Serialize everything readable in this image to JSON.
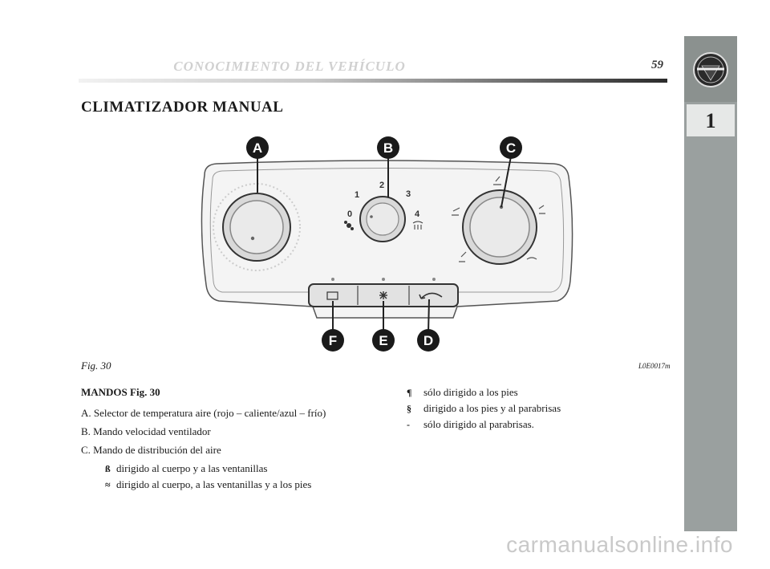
{
  "header": {
    "title": "CONOCIMIENTO DEL VEHÍCULO",
    "page_number": "59"
  },
  "side_tab": {
    "chapter": "1",
    "logo_text": "LANCIA"
  },
  "section": {
    "heading": "CLIMATIZADOR MANUAL"
  },
  "figure": {
    "caption": "Fig. 30",
    "code": "L0E0017m",
    "callouts": {
      "A": "A",
      "B": "B",
      "C": "C",
      "D": "D",
      "E": "E",
      "F": "F"
    },
    "fan_speeds": [
      "0",
      "1",
      "2",
      "3",
      "4"
    ]
  },
  "controls": {
    "title": "MANDOS Fig. 30",
    "items": [
      "A. Selector de temperatura aire (rojo – caliente/azul – frío)",
      "B. Mando velocidad ventilador",
      "C. Mando de distribución del aire"
    ],
    "distribution": [
      "dirigido al cuerpo y a las ventanillas",
      "dirigido al cuerpo, a las ventanillas y a los pies",
      "sólo dirigido a los pies",
      "dirigido a los pies y al parabrisas",
      "sólo dirigido al parabrisas."
    ],
    "symbols": [
      "ß",
      "≈",
      "¶",
      "§",
      "-"
    ]
  },
  "watermark": "carmanualsonline.info"
}
